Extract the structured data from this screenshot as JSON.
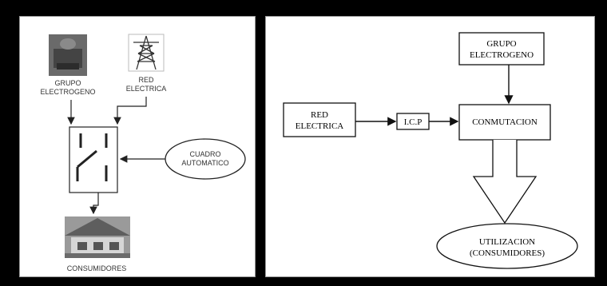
{
  "left_diagram": {
    "generator": {
      "line1": "GRUPO",
      "line2": "ELECTROGENO"
    },
    "grid": {
      "line1": "RED",
      "line2": "ELECTRICA"
    },
    "automatic_panel": {
      "line1": "CUADRO",
      "line2": "AUTOMATICO"
    },
    "consumers": "CONSUMIDORES",
    "icons": {
      "generator": "generator-photo-icon",
      "grid": "transmission-tower-icon",
      "switch": "transfer-switch-icon",
      "consumers": "house-photo-icon"
    }
  },
  "right_diagram": {
    "generator": {
      "line1": "GRUPO",
      "line2": "ELECTROGENO"
    },
    "grid": {
      "line1": "RED",
      "line2": "ELECTRICA"
    },
    "icp": "I.C.P",
    "switching": "CONMUTACION",
    "usage": {
      "line1": "UTILIZACION",
      "line2": "(CONSUMIDORES)"
    }
  }
}
